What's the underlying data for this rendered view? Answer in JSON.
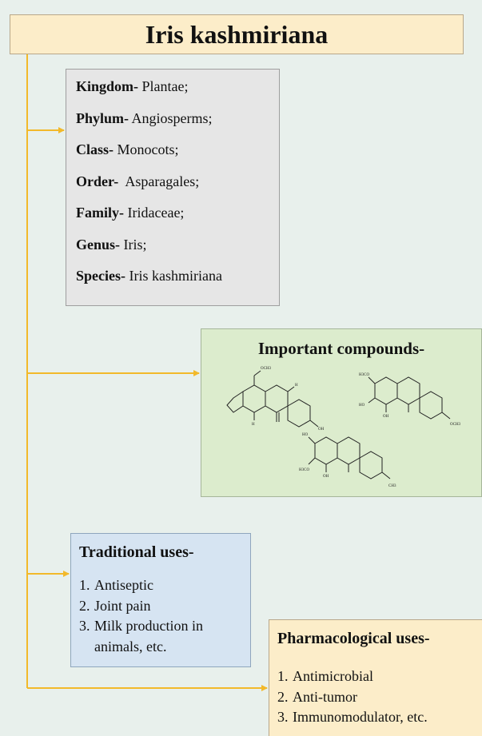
{
  "title": "Iris kashmiriana",
  "taxonomy": [
    {
      "rank": "Kingdom-",
      "value": " Plantae;"
    },
    {
      "rank": "Phylum-",
      "value": " Angiosperms;"
    },
    {
      "rank": "Class-",
      "value": " Monocots;"
    },
    {
      "rank": "Order-",
      "value": "  Asparagales;"
    },
    {
      "rank": "Family-",
      "value": " Iridaceae;"
    },
    {
      "rank": "Genus-",
      "value": " Iris;"
    },
    {
      "rank": "Species-",
      "value": " Iris kashmiriana"
    }
  ],
  "compounds": {
    "title": "Important compounds-",
    "atom_labels": {
      "och3": "OCH3",
      "h": "H",
      "oh": "OH",
      "h3co": "H3CO",
      "ho": "HO",
      "ch3": "CH3"
    }
  },
  "traditional": {
    "title": "Traditional uses-",
    "items": [
      {
        "num": "1.",
        "text": "Antiseptic"
      },
      {
        "num": "2.",
        "text": "Joint pain"
      },
      {
        "num": "3.",
        "text": "Milk production in"
      },
      {
        "num": "",
        "text": "animals, etc."
      }
    ]
  },
  "pharmacological": {
    "title": "Pharmacological uses-",
    "items": [
      {
        "num": "1.",
        "text": "Antimicrobial"
      },
      {
        "num": "2.",
        "text": "Anti-tumor"
      },
      {
        "num": "3.",
        "text": "Immunomodulator, etc."
      }
    ]
  },
  "colors": {
    "connector": "#f2b92a",
    "title_bg": "#fcedc9",
    "taxonomy_bg": "#e6e6e6",
    "compounds_bg": "#dceccd",
    "traditional_bg": "#d6e4f2",
    "pharmacological_bg": "#fcedc9"
  }
}
